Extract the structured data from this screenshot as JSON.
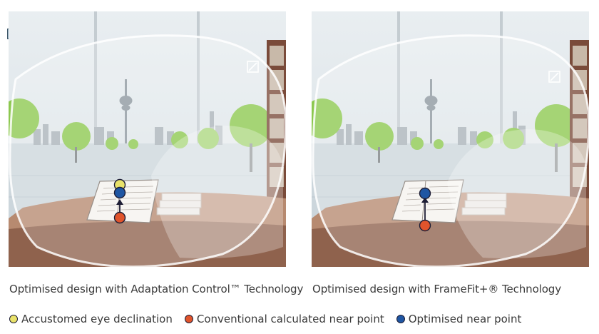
{
  "panels": [
    {
      "caption": "Optimised design with Adaptation Control™ Technology",
      "markers": [
        "accustomed",
        "optimised",
        "conventional"
      ]
    },
    {
      "caption": "Optimised design with FrameFit+® Technology",
      "markers": [
        "optimised",
        "conventional"
      ]
    }
  ],
  "legend": [
    {
      "key": "accustomed",
      "label": "Accustomed eye declination",
      "color": "#e9e26a"
    },
    {
      "key": "conventional",
      "label": "Conventional calculated near point",
      "color": "#e0542c"
    },
    {
      "key": "optimised",
      "label": "Optimised near point",
      "color": "#1f56a3"
    }
  ],
  "colors": {
    "marker_outline": "#1d1d35",
    "arrow": "#1d1d35",
    "sky": "#dfe6ea",
    "floor": "#c9d4db",
    "table": "#b98a70",
    "shelf": "#7a4b3a",
    "tree": "#7cc043"
  }
}
